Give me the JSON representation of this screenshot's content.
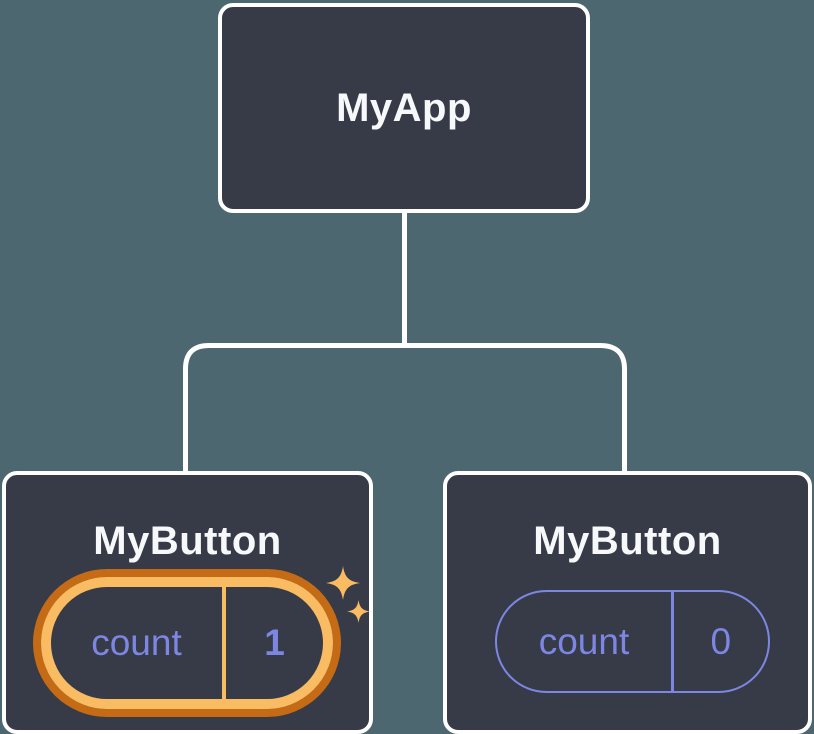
{
  "diagram": {
    "type": "component-tree",
    "root": {
      "label": "MyApp"
    },
    "children": [
      {
        "label": "MyButton",
        "state": {
          "name": "count",
          "value": "1"
        },
        "highlighted": true
      },
      {
        "label": "MyButton",
        "state": {
          "name": "count",
          "value": "0"
        },
        "highlighted": false
      }
    ]
  },
  "icons": {
    "sparkle": "four-pointed-sparkle"
  },
  "colors": {
    "background": "#4D6770",
    "node_fill": "#363B47",
    "node_border": "#FFFFFF",
    "connector": "#FFFFFF",
    "label_text": "#F7F8FA",
    "state_text": "#7D87E3",
    "state_pill_plain_stroke": "#7D87E3",
    "highlight_ring_light": "#F9BC63",
    "highlight_ring_dark": "#C56B15",
    "sparkle": "#F9BC63"
  }
}
